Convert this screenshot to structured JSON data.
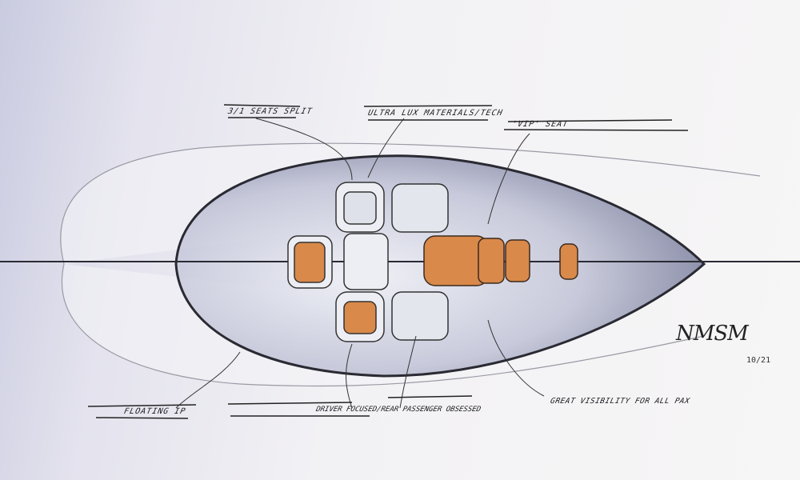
{
  "annotations": {
    "seats_split": "3/1 SEATS SPLIT",
    "ultra_lux": "ULTRA LUX MATERIALS/TECH",
    "vip_seat": "'VIP' SEAT",
    "floating_ip": "FLOATING IP",
    "driver_focused": "DRIVER FOCUSED/REAR PASSENGER OBSESSED",
    "visibility": "GREAT VISIBILITY FOR ALL PAX"
  },
  "signature": "NMSM",
  "date": "10/21",
  "colors": {
    "seat_orange": "#d9894a",
    "outline": "#2a2a33",
    "glass": "#8a8fb0"
  }
}
